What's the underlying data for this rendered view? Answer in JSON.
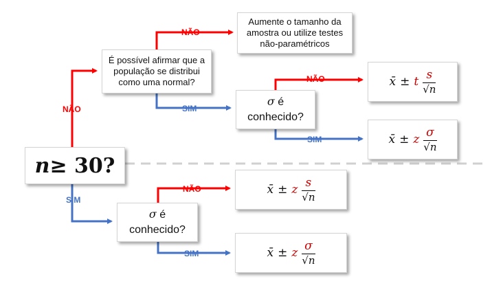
{
  "colors": {
    "no": "#ff0000",
    "yes": "#4472c4",
    "divider": "#d0d0d0"
  },
  "main_question": {
    "symbol": "n",
    "rest": " ≥ 30?"
  },
  "normal_question": "É possível afirmar que a população se distribui como uma normal?",
  "increase_sample": "Aumente o tamanho da amostra ou utilize testes não-paramétricos",
  "sigma_question": {
    "symbol": "σ",
    "rest": " é",
    "line2": "conhecido?"
  },
  "labels": {
    "no": "NÃO",
    "yes": "SIM"
  },
  "formulas": {
    "xbar": "x̄",
    "pm": "±",
    "t": "t",
    "z": "z",
    "s": "s",
    "sigma": "σ",
    "sqrt": "√",
    "n": "n"
  }
}
